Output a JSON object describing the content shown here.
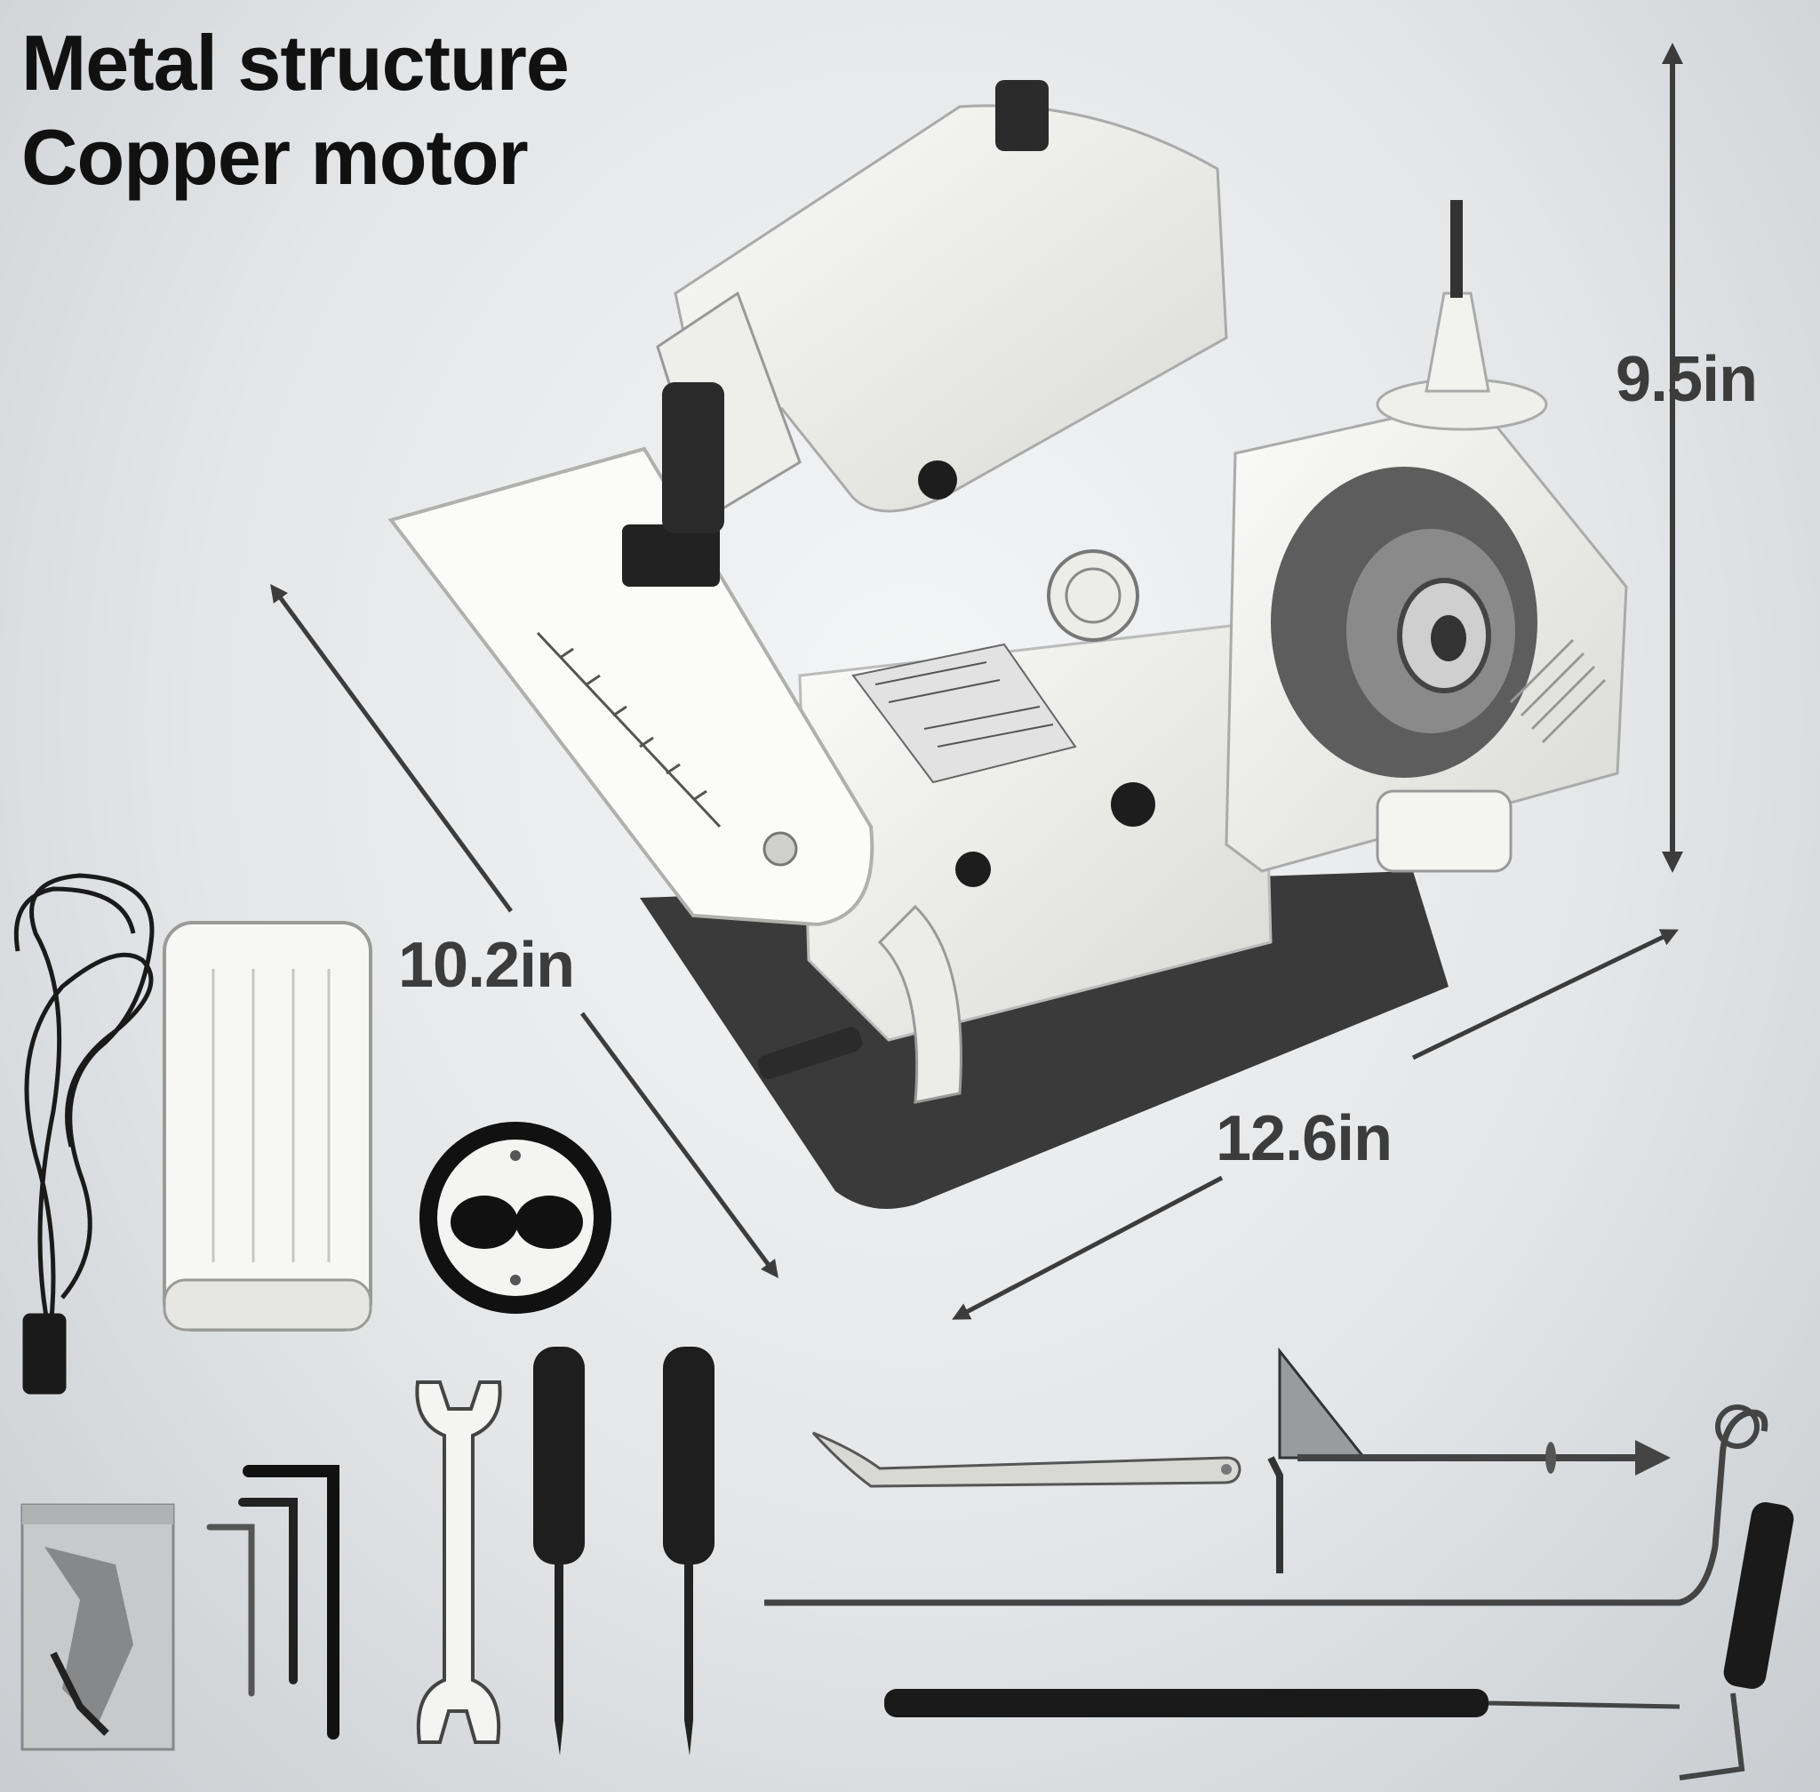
{
  "headline": {
    "line1": "Metal structure",
    "line2": "Copper motor"
  },
  "dimensions": {
    "height": "9.5in",
    "depth": "10.2in",
    "width": "12.6in"
  },
  "colors": {
    "background": "#e6e8ea",
    "machine_body": "#f2f2ef",
    "base": "#3a3a3a",
    "text": "#111111",
    "dimension_text": "#3c3c3c"
  },
  "illustrations": [
    "sewing-machine",
    "power-cord",
    "foot-pedal",
    "pulley-wheel",
    "parts-bag",
    "hex-keys",
    "open-end-wrench",
    "screwdriver",
    "tweezers",
    "edge-guide",
    "knee-lifter-rod",
    "lever-handle"
  ]
}
